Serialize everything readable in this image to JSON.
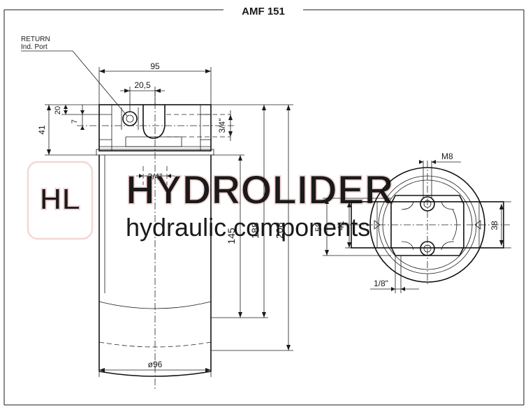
{
  "drawing": {
    "title": "AMF 151",
    "callouts": {
      "return_line1": "RETURN",
      "return_line2": "Ind. Port"
    },
    "dimensions": {
      "head_width": "95",
      "port_center": "20,5",
      "top_20": "20",
      "left_41": "41",
      "small_7": "7",
      "side_port": "3/4\"",
      "outlet_port": "3/4\"",
      "d145": "145",
      "d188": "188",
      "d208": "208",
      "diameter": "ø96",
      "bolt": "M8",
      "v59": "59",
      "v41": "41",
      "v38": "38",
      "bottom_port": "1/8\""
    },
    "watermark": {
      "brand": "HYDROLIDER",
      "tagline": "hydraulic components",
      "color": "#f3d6d6"
    }
  }
}
